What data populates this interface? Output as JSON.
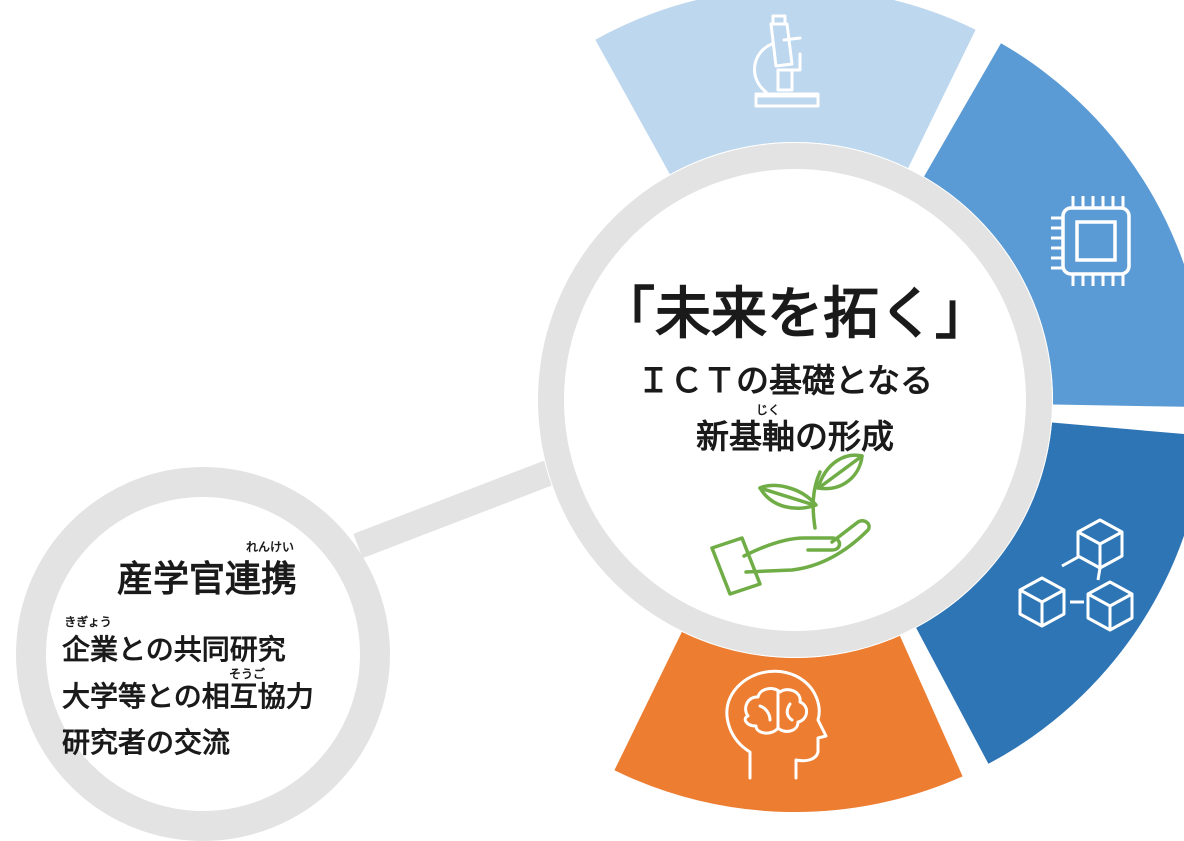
{
  "center": {
    "title": "「未来を拓く」",
    "subtitle_line1": "ＩＣＴの基礎となる",
    "subtitle_line2": "新基軸の形成",
    "ruby_jiku": "じく"
  },
  "left_node": {
    "title": "産学官連携",
    "ruby_renkei": "れんけい",
    "items": [
      "企業との共同研究",
      "大学等との相互協力",
      "研究者の交流"
    ],
    "ruby_kigyou": "きぎょう",
    "ruby_sougo": "そうご"
  },
  "ring_segments": [
    {
      "name": "research",
      "icon": "microscope-icon",
      "color": "#bdd7ee"
    },
    {
      "name": "hardware",
      "icon": "chip-icon",
      "color": "#5b9bd5"
    },
    {
      "name": "network",
      "icon": "cubes-icon",
      "color": "#2e75b6"
    },
    {
      "name": "intelligence",
      "icon": "brain-head-icon",
      "color": "#ed7d31"
    }
  ],
  "colors": {
    "ring_gray": "#e3e3e3",
    "plant_green": "#70ad47",
    "icon_stroke": "#ffffff"
  }
}
